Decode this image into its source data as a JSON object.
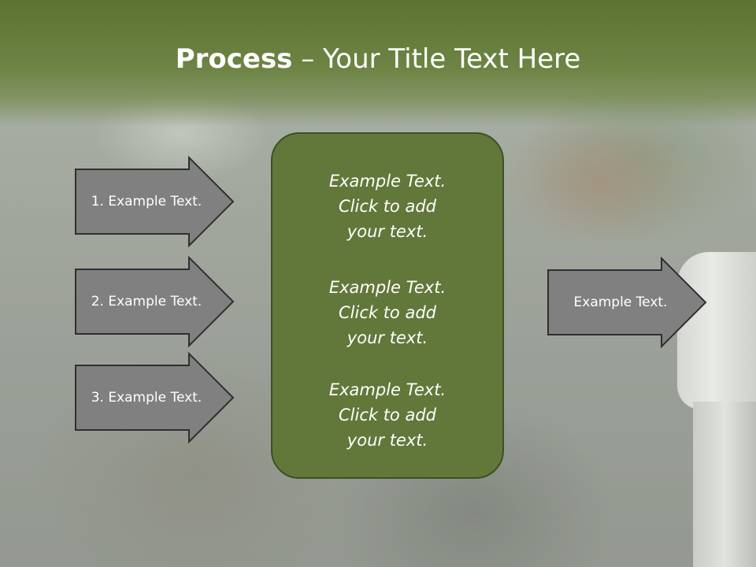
{
  "slide": {
    "title_bold": "Process",
    "title_rest": " – Your Title Text Here"
  },
  "left_arrows": [
    {
      "label": "1. Example Text."
    },
    {
      "label": "2. Example Text."
    },
    {
      "label": "3. Example Text."
    }
  ],
  "center_box": {
    "items": [
      {
        "line1": "Example Text.",
        "line2": "Click  to add",
        "line3": "your text."
      },
      {
        "line1": "Example Text.",
        "line2": "Click  to add",
        "line3": "your text."
      },
      {
        "line1": "Example Text.",
        "line2": "Click  to add",
        "line3": "your text."
      }
    ]
  },
  "right_arrow": {
    "label": "Example Text."
  },
  "colors": {
    "header_green": "#5d7332",
    "box_green": "#62783a",
    "arrow_gray": "#808080",
    "text": "#ffffff"
  }
}
